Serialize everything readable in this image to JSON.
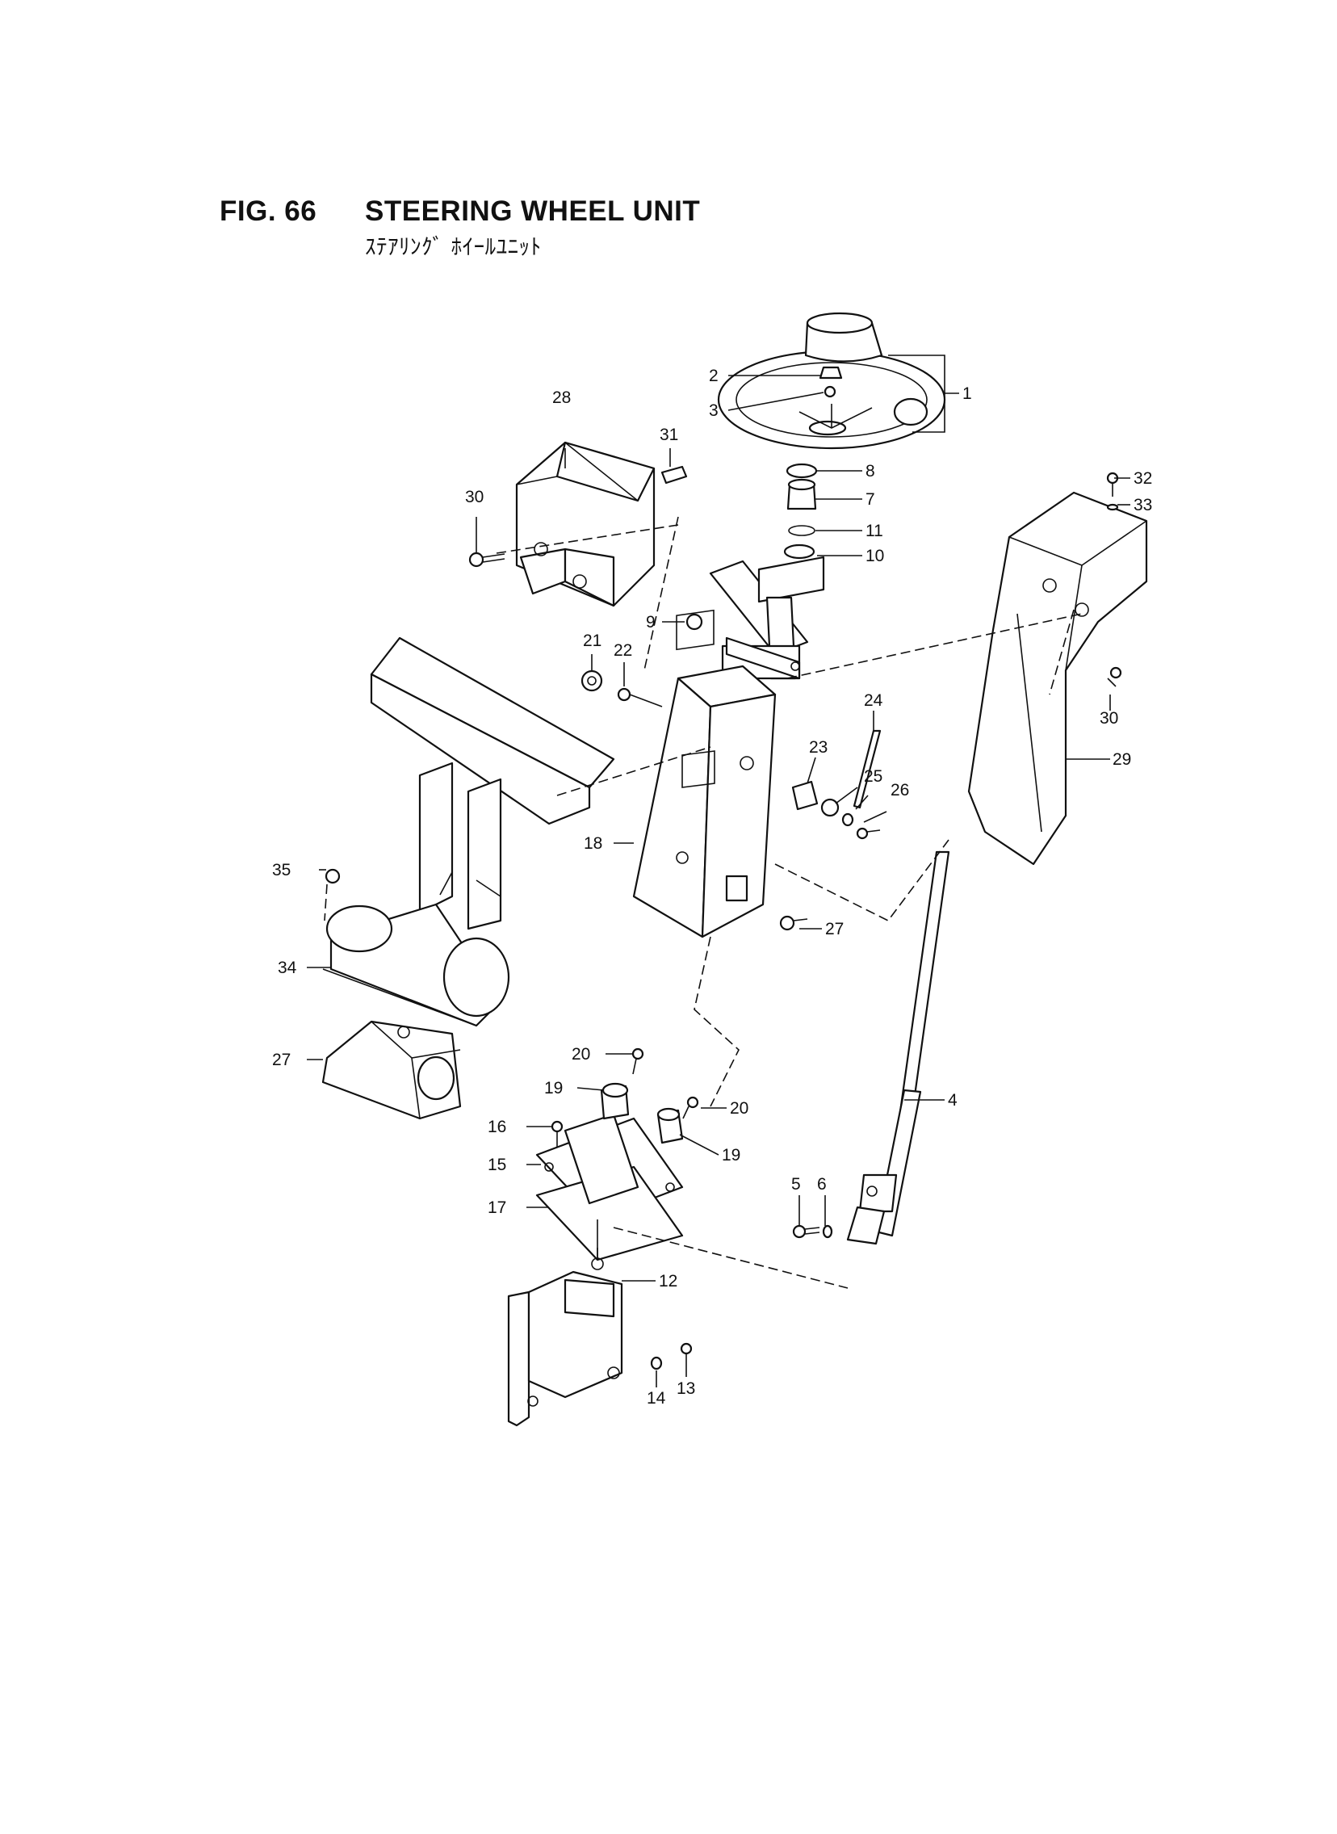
{
  "figure": {
    "number": "FIG. 66",
    "title": "STEERING WHEEL UNIT",
    "subtitle_jp": "ｽﾃｱﾘﾝｸﾞ ﾎｲｰﾙﾕﾆｯﾄ"
  },
  "callouts": [
    {
      "id": "c1",
      "label": "1"
    },
    {
      "id": "c2",
      "label": "2"
    },
    {
      "id": "c3",
      "label": "3"
    },
    {
      "id": "c4",
      "label": "4"
    },
    {
      "id": "c5",
      "label": "5"
    },
    {
      "id": "c6",
      "label": "6"
    },
    {
      "id": "c7",
      "label": "7"
    },
    {
      "id": "c8",
      "label": "8"
    },
    {
      "id": "c9",
      "label": "9"
    },
    {
      "id": "c10",
      "label": "10"
    },
    {
      "id": "c11",
      "label": "11"
    },
    {
      "id": "c12",
      "label": "12"
    },
    {
      "id": "c13",
      "label": "13"
    },
    {
      "id": "c14",
      "label": "14"
    },
    {
      "id": "c15",
      "label": "15"
    },
    {
      "id": "c16",
      "label": "16"
    },
    {
      "id": "c17",
      "label": "17"
    },
    {
      "id": "c18",
      "label": "18"
    },
    {
      "id": "c19a",
      "label": "19"
    },
    {
      "id": "c19b",
      "label": "19"
    },
    {
      "id": "c20a",
      "label": "20"
    },
    {
      "id": "c20b",
      "label": "20"
    },
    {
      "id": "c21",
      "label": "21"
    },
    {
      "id": "c22",
      "label": "22"
    },
    {
      "id": "c23",
      "label": "23"
    },
    {
      "id": "c24",
      "label": "24"
    },
    {
      "id": "c25",
      "label": "25"
    },
    {
      "id": "c26",
      "label": "26"
    },
    {
      "id": "c27a",
      "label": "27"
    },
    {
      "id": "c27b",
      "label": "27"
    },
    {
      "id": "c28",
      "label": "28"
    },
    {
      "id": "c29",
      "label": "29"
    },
    {
      "id": "c30a",
      "label": "30"
    },
    {
      "id": "c30b",
      "label": "30"
    },
    {
      "id": "c31",
      "label": "31"
    },
    {
      "id": "c32",
      "label": "32"
    },
    {
      "id": "c33",
      "label": "33"
    },
    {
      "id": "c34",
      "label": "34"
    },
    {
      "id": "c35",
      "label": "35"
    }
  ]
}
